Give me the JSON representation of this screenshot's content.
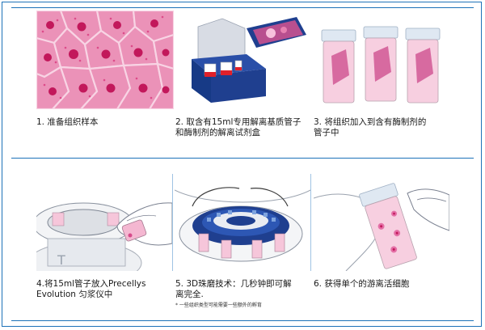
{
  "steps": [
    {
      "id": 1,
      "caption_line1": "1. 准备组织样本",
      "caption_line2": ""
    },
    {
      "id": 2,
      "caption_line1": "2. 取含有15ml专用解离基质管子",
      "caption_line2": "和酶制剂的解离试剂盒"
    },
    {
      "id": 3,
      "caption_line1": "3. 将组织加入到含有酶制剂的",
      "caption_line2": "管子中"
    },
    {
      "id": 4,
      "caption_line1": "4.将15ml管子放入Precellys",
      "caption_line2": "Evolution 匀浆仪中"
    },
    {
      "id": 5,
      "caption_line1": "5. 3D珠磨技术：几秒钟即可解",
      "caption_line2": "离完全."
    },
    {
      "id": 6,
      "caption_line1": "6. 获得单个的游离活细胞",
      "caption_line2": ""
    }
  ],
  "footnote": "* 一些组织类型可能需要一些额外的孵育",
  "colors": {
    "border": "#1d72b8",
    "tissue_pink": "#f3a9c8",
    "nucleus": "#c2185b",
    "kit_blue": "#1f3f8f"
  }
}
